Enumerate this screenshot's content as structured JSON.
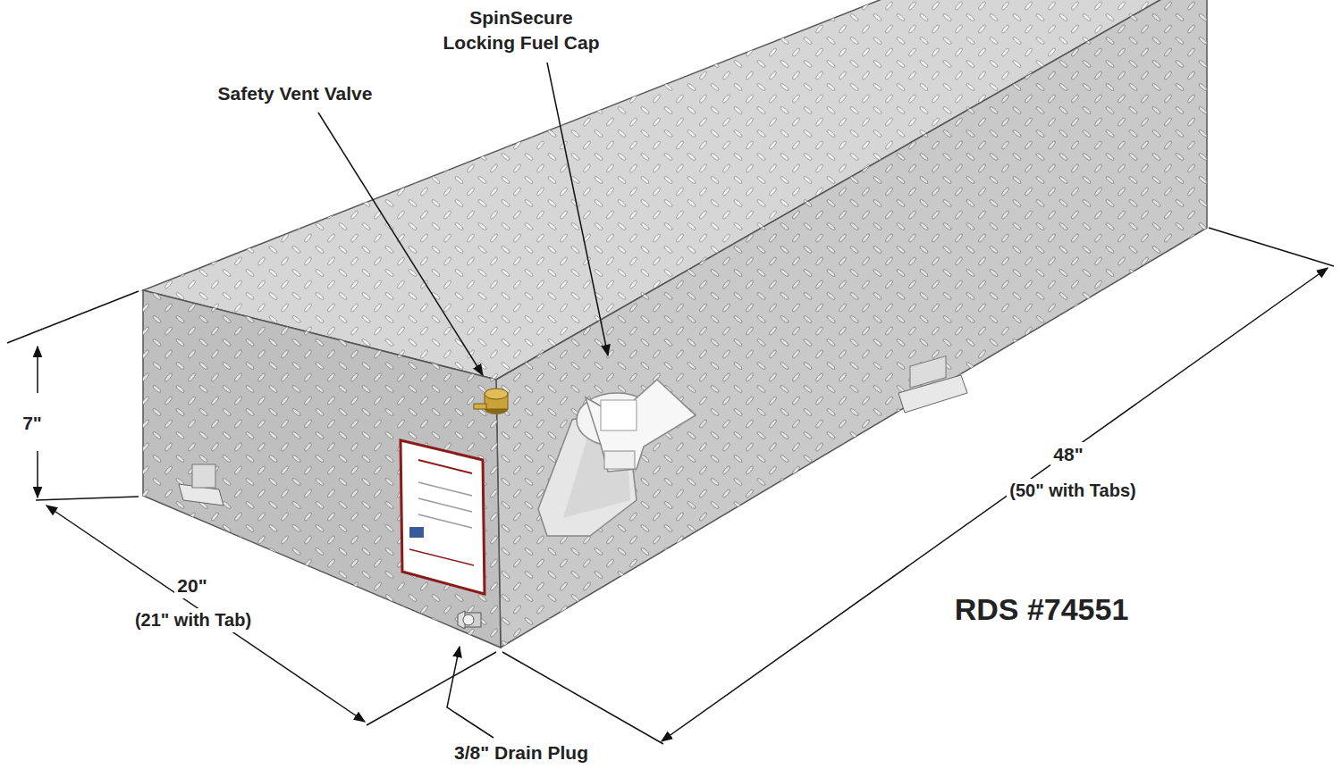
{
  "diagram": {
    "labels": [
      "SpinSecure Locking Fuel Cap",
      "Safety Vent Valve",
      "7\"",
      "20\"",
      "(21\" with Tab)",
      "48\"",
      "(50\" with Tabs)",
      "RDS #74551",
      "3/8\" Drain Plug"
    ]
  }
}
